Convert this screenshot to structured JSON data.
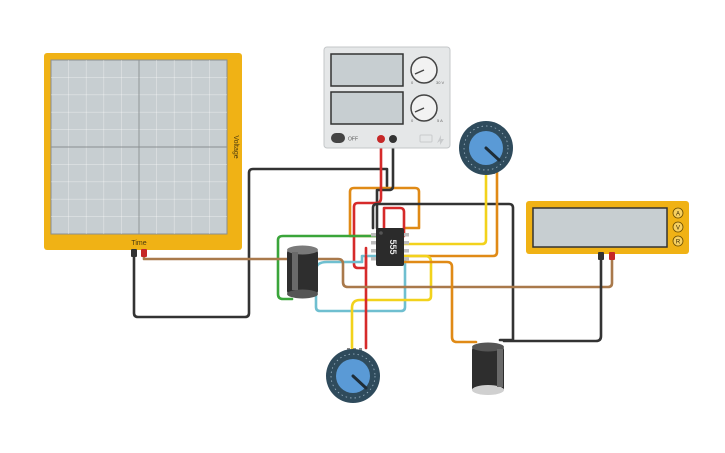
{
  "oscilloscope": {
    "x_label": "Time",
    "y_label": "Voltage"
  },
  "power_supply": {
    "switch_label": "OFF",
    "voltage_knob": {
      "max_label": "30 V",
      "min_label": "0"
    },
    "current_knob": {
      "max_label": "5 A",
      "min_label": "0"
    }
  },
  "timer_ic": {
    "label": "555"
  },
  "multimeter": {
    "modes": [
      "A",
      "V",
      "R"
    ]
  },
  "colors": {
    "frame": "#f0b215",
    "screen": "#c7ced1",
    "wire_black": "#333333",
    "wire_red": "#d62a2a",
    "wire_orange": "#e08a16",
    "wire_yellow": "#f2d21c",
    "wire_green": "#3aa53a",
    "wire_blue": "#6fbfd0",
    "wire_brown": "#a9794b",
    "pot_body": "#2f4b5c",
    "pot_knob": "#5a9ad6"
  }
}
